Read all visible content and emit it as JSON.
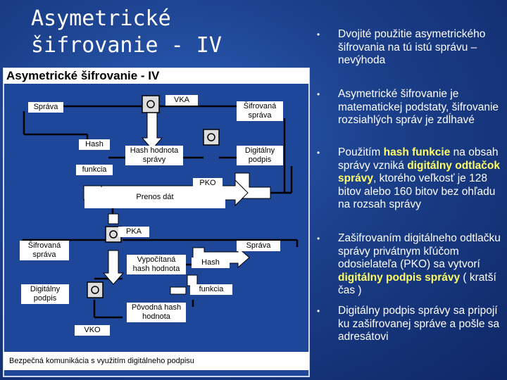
{
  "slide": {
    "title": "Asymetrické\nšifrovanie - IV"
  },
  "diagram": {
    "title": "Asymetrické šifrovanie - IV",
    "caption": "Bezpečná komunikácia s využitím digitálneho podpisu",
    "labels": {
      "sprava_top": "Správa",
      "vka": "VKA",
      "sifrovana_sprava_top": "Šifrovaná správa",
      "hash_top": "Hash",
      "funkcia_top": "funkcia",
      "hash_hodnota_spravy": "Hash hodnota správy",
      "digitalny_podpis_top": "Digitálny podpis",
      "pko": "PKO",
      "prenos_dat": "Prenos dát",
      "pka": "PKA",
      "sifrovana_sprava_bottom": "Šifrovaná správa",
      "sprava_bottom": "Správa",
      "vypocitana_hash_hodnota": "Vypočítaná hash hodnota",
      "hash_bottom": "Hash",
      "funkcia_bottom": "funkcia",
      "digitalny_podpis_bottom": "Digitálny podpis",
      "povodna_hash_hodnota": "Pôvodná hash hodnota",
      "vko": "VKO"
    }
  },
  "bullets": [
    {
      "parts": [
        {
          "t": "Dvojité použitie asymetrického šifrovania na tú istú správu – nevýhoda",
          "hl": false
        }
      ]
    },
    {
      "parts": [
        {
          "t": "Asymetrické šifrovanie je matematickej podstaty, šifrovanie rozsiahlých správ je zdĺhavé",
          "hl": false
        }
      ]
    },
    {
      "parts": [
        {
          "t": "Použitím ",
          "hl": false
        },
        {
          "t": "hash funkcie",
          "hl": true
        },
        {
          "t": " na obsah správy vzniká ",
          "hl": false
        },
        {
          "t": "digitálny odtlačok správy",
          "hl": true
        },
        {
          "t": ", ktorého veľkosť je 128 bitov alebo 160 bitov bez ohľadu na rozsah správy",
          "hl": false
        }
      ]
    },
    {
      "parts": [
        {
          "t": "Zašifrovaním digitálneho odtlačku správy privátnym kľúčom odosielateľa (PKO) sa vytvorí ",
          "hl": false
        },
        {
          "t": "digitálny podpis správy",
          "hl": true
        },
        {
          "t": " ( kratší čas )",
          "hl": false
        }
      ]
    },
    {
      "parts": [
        {
          "t": "Digitálny podpis správy sa pripojí ku zašifrovanej správe a pošle sa adresátovi",
          "hl": false
        }
      ]
    }
  ],
  "colors": {
    "highlight": "#ffff66",
    "background": "#1b3f8a"
  },
  "icons": [
    "lock-icon",
    "arrow-icon"
  ]
}
